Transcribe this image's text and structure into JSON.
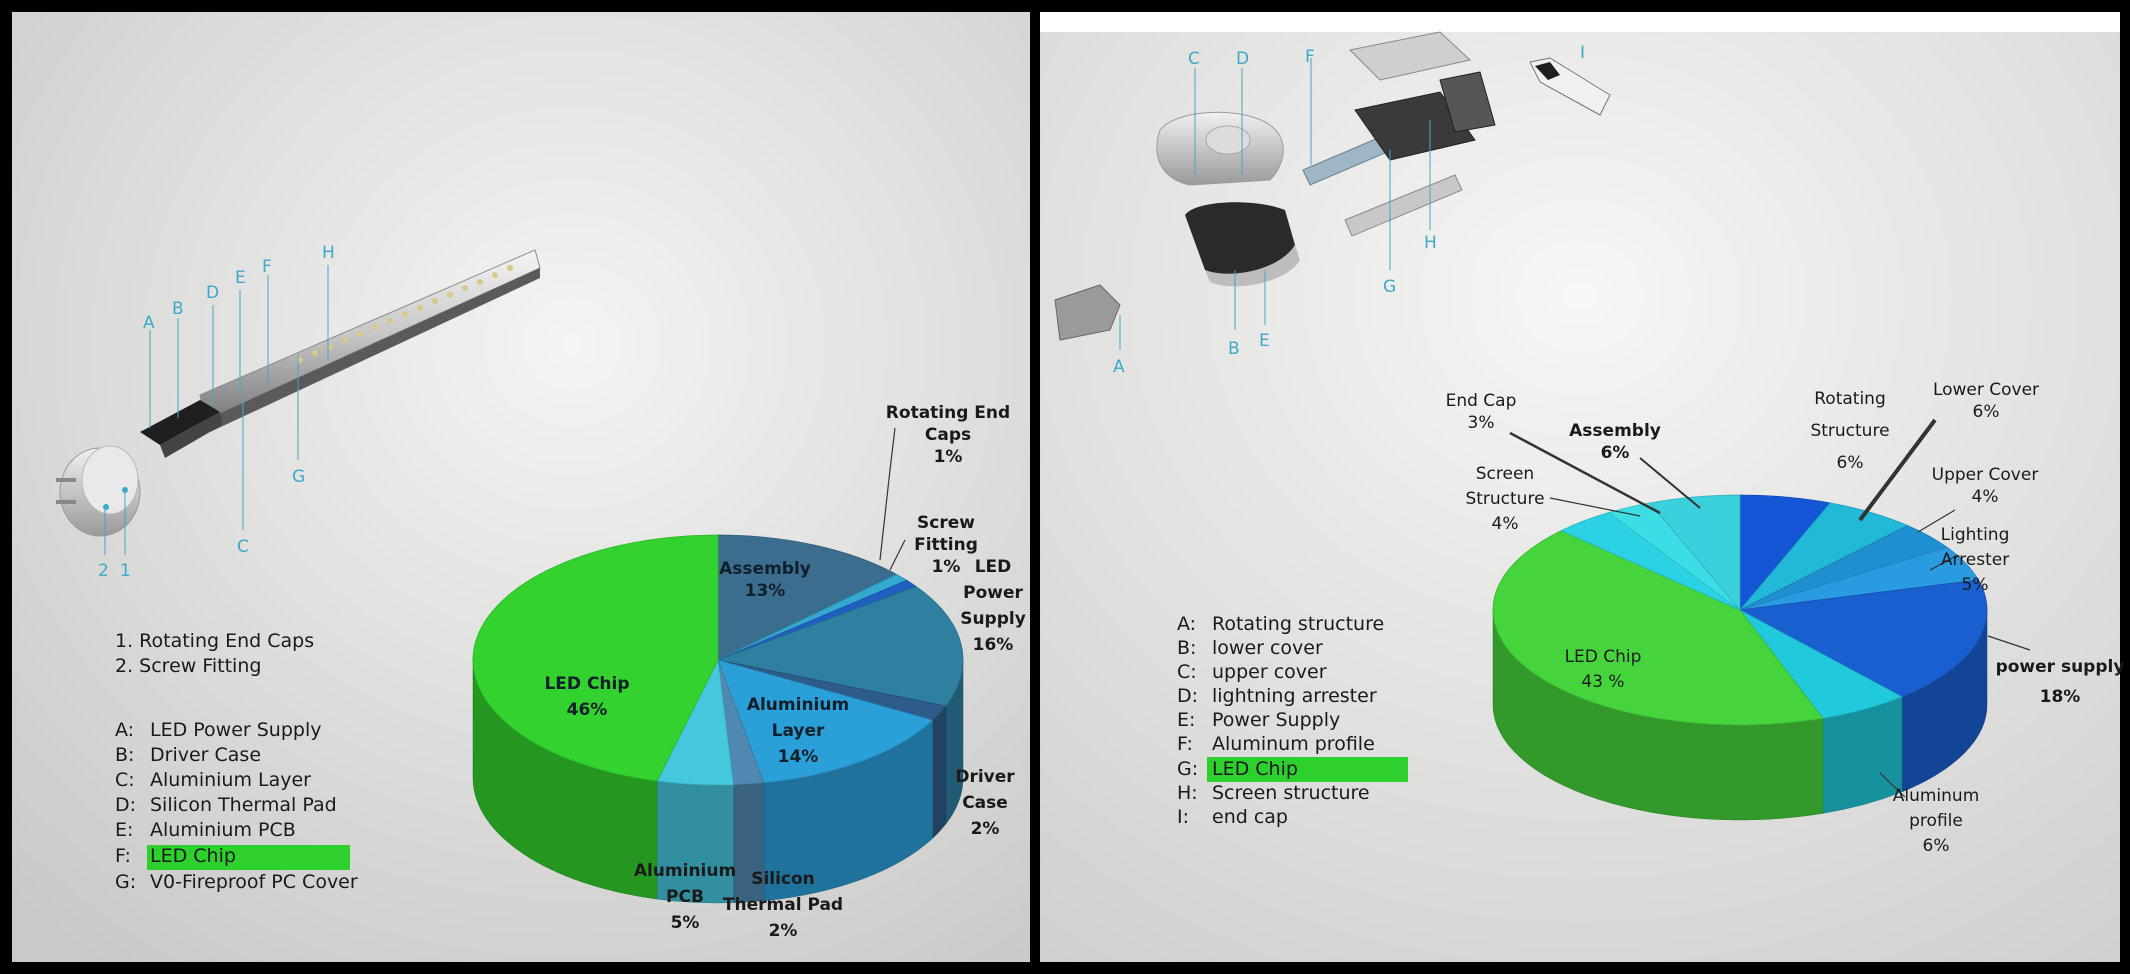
{
  "left_panel": {
    "diagram_letters": [
      "A",
      "B",
      "D",
      "E",
      "F",
      "H",
      "G",
      "C",
      "2",
      "1"
    ],
    "legend_numbered": [
      "1.  Rotating End Caps",
      "2.  Screw Fitting"
    ],
    "legend_lettered": [
      {
        "key": "A:",
        "text": "LED Power Supply"
      },
      {
        "key": "B:",
        "text": "Driver Case"
      },
      {
        "key": "C:",
        "text": "Aluminium Layer"
      },
      {
        "key": "D:",
        "text": "Silicon Thermal Pad"
      },
      {
        "key": "E:",
        "text": "Aluminium PCB"
      },
      {
        "key": "F:",
        "text": "LED Chip",
        "highlight": true
      },
      {
        "key": "G:",
        "text": "V0-Fireproof PC Cover"
      }
    ],
    "highlight_color": "#2ed02e"
  },
  "right_panel": {
    "diagram_letters": [
      "C",
      "D",
      "F",
      "I",
      "H",
      "G",
      "B",
      "E",
      "A"
    ],
    "legend_lettered": [
      {
        "key": "A:",
        "text": "Rotating structure"
      },
      {
        "key": "B:",
        "text": "lower cover"
      },
      {
        "key": "C:",
        "text": "upper cover"
      },
      {
        "key": "D:",
        "text": "lightning arrester"
      },
      {
        "key": "E:",
        "text": "Power Supply"
      },
      {
        "key": "F:",
        "text": "Aluminum profile"
      },
      {
        "key": "G:",
        "text": "LED Chip",
        "highlight": true
      },
      {
        "key": "H:",
        "text": "Screen structure"
      },
      {
        "key": "I:",
        "text": "end cap"
      }
    ],
    "highlight_color": "#2ed02e"
  },
  "chart_data": [
    {
      "type": "pie",
      "style": "3d",
      "series": [
        {
          "label": [
            "Assembly",
            "13%"
          ],
          "value": 13,
          "color": "#3b6d8f"
        },
        {
          "label": [
            "Rotating End",
            "Caps",
            "1%"
          ],
          "value": 1,
          "color": "#33a9d0"
        },
        {
          "label": [
            "Screw",
            "Fitting",
            "1%"
          ],
          "value": 1,
          "color": "#1f5fc0"
        },
        {
          "label": [
            "LED",
            "Power",
            "Supply",
            "16%"
          ],
          "value": 16,
          "color": "#2e7fa0"
        },
        {
          "label": [
            "Driver",
            "Case",
            "2%"
          ],
          "value": 2,
          "color": "#2d5b8a"
        },
        {
          "label": [
            "Aluminium",
            "Layer",
            "14%"
          ],
          "value": 14,
          "color": "#2b9fd8"
        },
        {
          "label": [
            "Silicon",
            "Thermal Pad",
            "2%"
          ],
          "value": 2,
          "color": "#4f88b0"
        },
        {
          "label": [
            "Aluminium",
            "PCB",
            "5%"
          ],
          "value": 5,
          "color": "#45c7de"
        },
        {
          "label": [
            "LED Chip",
            "46%"
          ],
          "value": 46,
          "color": "#33d22e"
        }
      ]
    },
    {
      "type": "pie",
      "style": "3d",
      "series": [
        {
          "label": [
            "Rotating",
            "Structure",
            "6%"
          ],
          "value": 6,
          "color": "#1556d6"
        },
        {
          "label": [
            "Lower Cover",
            "6%"
          ],
          "value": 6,
          "color": "#22b8d8"
        },
        {
          "label": [
            "Upper Cover",
            "4%"
          ],
          "value": 4,
          "color": "#1e8fd0"
        },
        {
          "label": [
            "Lighting",
            "Arrester",
            "5%"
          ],
          "value": 5,
          "color": "#2a9be0"
        },
        {
          "label": [
            "power supply",
            "18%"
          ],
          "value": 18,
          "color": "#1a5fcf"
        },
        {
          "label": [
            "Aluminum",
            "profile",
            "6%"
          ],
          "value": 6,
          "color": "#21c9dd"
        },
        {
          "label": [
            "LED Chip",
            "43 %"
          ],
          "value": 43,
          "color": "#45d43b"
        },
        {
          "label": [
            "Screen",
            "Structure",
            "4%"
          ],
          "value": 4,
          "color": "#2ad2e4"
        },
        {
          "label": [
            "End Cap",
            "3%"
          ],
          "value": 3,
          "color": "#3ddde6"
        },
        {
          "label": [
            "Assembly",
            "6%"
          ],
          "value": 6,
          "color": "#3ad0dc"
        }
      ]
    }
  ]
}
